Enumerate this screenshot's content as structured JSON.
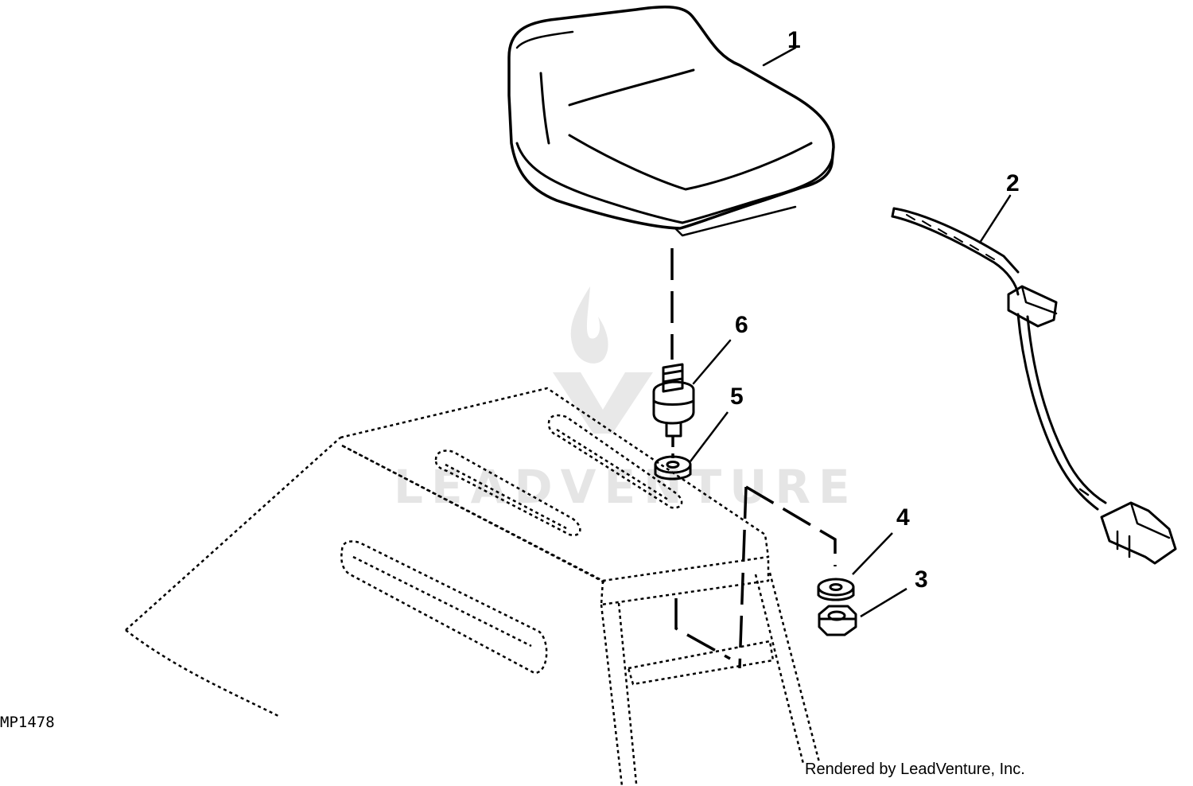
{
  "diagram": {
    "callouts": {
      "c1": "1",
      "c2": "2",
      "c3": "3",
      "c4": "4",
      "c5": "5",
      "c6": "6"
    },
    "figure_id": "MP1478",
    "watermark": "LEADVENTURE",
    "credit": "Rendered by LeadVenture, Inc."
  },
  "colors": {
    "line": "#000000",
    "watermark": "#e3e3e3",
    "background": "#ffffff"
  }
}
